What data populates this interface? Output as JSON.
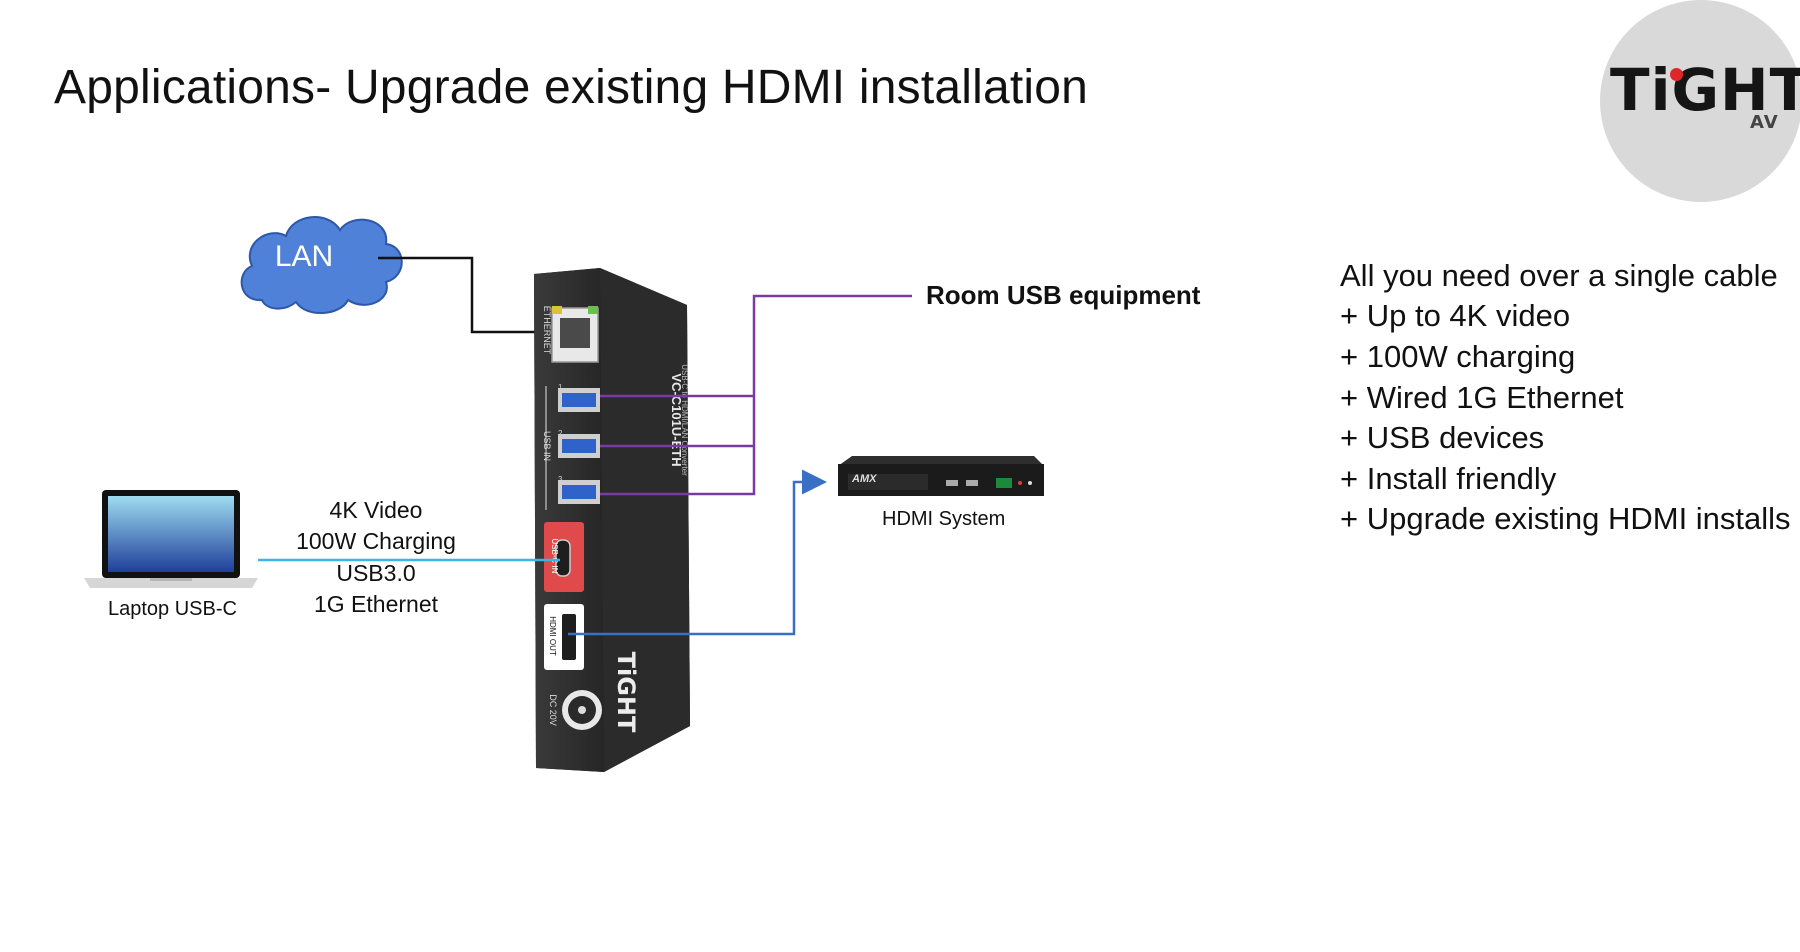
{
  "slide": {
    "title": "Applications- Upgrade existing HDMI installation"
  },
  "logo": {
    "text": "TiGHT",
    "subtext": "AV"
  },
  "diagram": {
    "lan_label": "LAN",
    "room_usb_label": "Room USB equipment",
    "hdmi_system_label": "HDMI System",
    "laptop_label": "Laptop USB-C",
    "cable_features": [
      "4K Video",
      "100W Charging",
      "USB3.0",
      "1G Ethernet"
    ],
    "device": {
      "model": "VC-C101U-ETH",
      "subtitle": "USB-C to HDMI/LAN Converter",
      "brand": "TiGHT",
      "port_labels": {
        "ethernet": "ETHERNET",
        "usb_in": "USB IN",
        "usb_c_in": "USB-C IN",
        "hdmi_out": "HDMI OUT",
        "dc": "DC 20V",
        "usb_numbers": [
          "1",
          "2",
          "3"
        ]
      }
    },
    "hdmi_device": {
      "brand": "AMX"
    },
    "colors": {
      "usb_lines": "#7a3aa6",
      "hdmi_line": "#3a6fc6",
      "usbc_line": "#39b6e3",
      "lan_line": "#111111",
      "lan_cloud": "#4f81d9"
    }
  },
  "features": {
    "heading": "All you need over a single cable",
    "items": [
      "+ Up to 4K video",
      "+ 100W charging",
      "+ Wired 1G Ethernet",
      "+ USB devices",
      "+ Install friendly",
      "+ Upgrade existing HDMI installs"
    ]
  }
}
